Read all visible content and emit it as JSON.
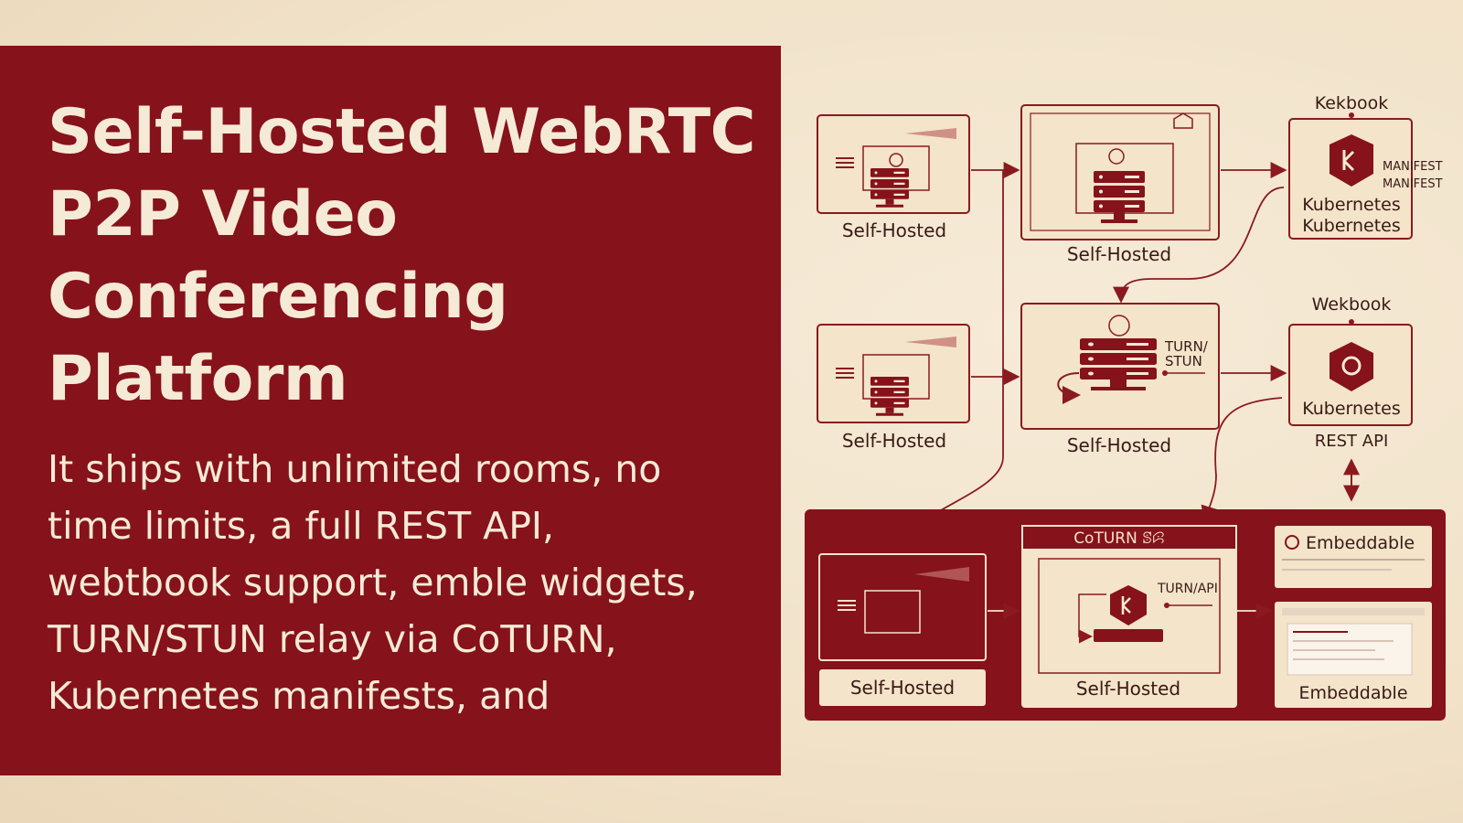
{
  "title_lines": [
    "Self-Hosted WebRTC",
    "P2P Video",
    "Conferencing",
    "Platform"
  ],
  "description_lines": [
    "It ships with unlimited rooms, no",
    "time limits, a full REST API,",
    "webtbook support, emble widgets,",
    "TURN/STUN relay via CoTURN,",
    "Kubernetes manifests, and"
  ],
  "diagram": {
    "node_a1": "Self-Hosted",
    "node_a2": "Self-Hosted",
    "node_b1": "Self-Hosted",
    "node_b2": "Self-Hosted",
    "turn_stun_line1": "TURN/",
    "turn_stun_line2": "STUN",
    "k8s_top_header": "Kekbook",
    "k8s_top_line1": "Kubernetes",
    "k8s_top_line2": "Kubernetes",
    "manifest_1": "MANIFEST",
    "manifest_2": "MANIFEST",
    "k8s_mid_header": "Wekbook",
    "k8s_mid_label": "Kubernetes",
    "rest_api": "REST API",
    "bottom_left": "Self-Hosted",
    "coturn_header": "CoTURN ꕷꕸ",
    "turn_api": "TURN/API",
    "bottom_center": "Self-Hosted",
    "embed_top": "Embeddable",
    "embed_bottom": "Embeddable"
  },
  "colors": {
    "accent": "#86121b",
    "cream": "#f5ead6",
    "line": "#8a1a1f"
  }
}
